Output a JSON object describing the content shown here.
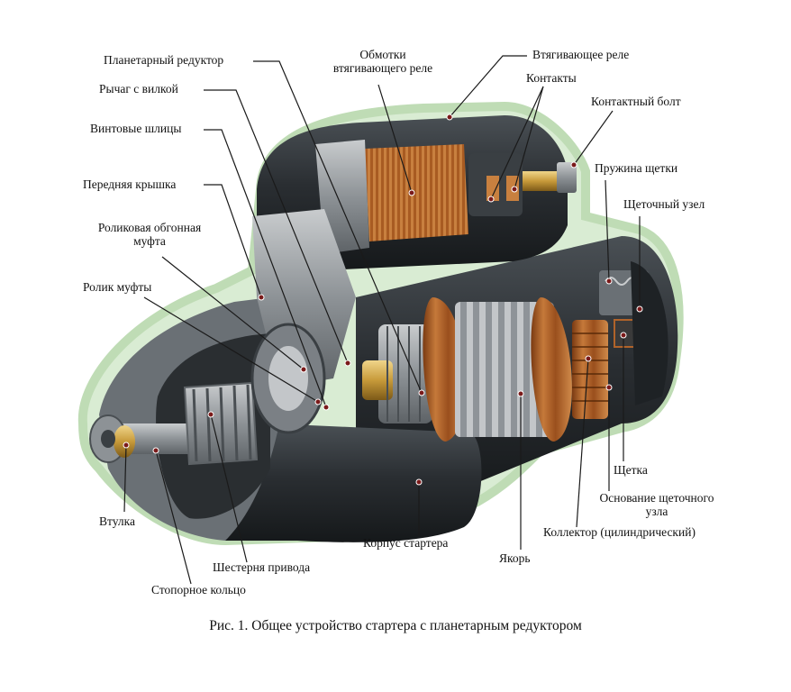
{
  "labels": {
    "planetary_gear": "Планетарный редуктор",
    "solenoid_windings_1": "Обмотки",
    "solenoid_windings_2": "втягивающего реле",
    "solenoid": "Втягивающее реле",
    "contacts": "Контакты",
    "contact_bolt": "Контактный болт",
    "fork_lever": "Рычаг с вилкой",
    "helical_splines": "Винтовые шлицы",
    "front_cover": "Передняя крышка",
    "brush_spring": "Пружина щетки",
    "brush_holder": "Щеточный узел",
    "roller_clutch_1": "Роликовая обгонная",
    "roller_clutch_2": "муфта",
    "clutch_roller": "Ролик муфты",
    "brush": "Щетка",
    "brush_base_1": "Основание щеточного",
    "brush_base_2": "узла",
    "commutator": "Коллектор (цилиндрический)",
    "bushing": "Втулка",
    "housing": "Корпус стартера",
    "armature": "Якорь",
    "drive_gear": "Шестерня привода",
    "retaining_ring": "Стопорное кольцо"
  },
  "caption": "Рис. 1. Общее устройство стартера с планетарным редуктором",
  "colors": {
    "leader_line": "#1a1a1a",
    "marker": "#7a1a1a",
    "copper": "#b0632a",
    "steel": "#8a8f94",
    "dark_body": "#2b2f33",
    "halo": "#cfe6c8"
  }
}
